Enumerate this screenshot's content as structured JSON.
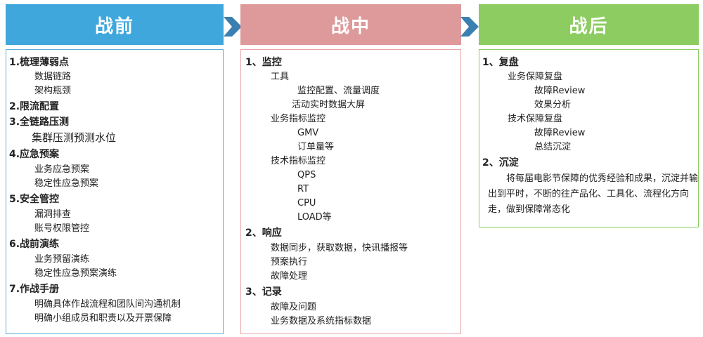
{
  "colors": {
    "before": "#3fa7dc",
    "during": "#de9a9a",
    "after": "#8ccc60",
    "arrow": "#3a7fb0"
  },
  "columns": [
    {
      "title": "战前",
      "items": [
        {
          "text": "1.梳理薄弱点",
          "level": 0
        },
        {
          "text": "数据链路",
          "level": 1
        },
        {
          "text": "架构瓶颈",
          "level": 1
        },
        {
          "text": "2.限流配置",
          "level": 0
        },
        {
          "text": "3.全链路压测",
          "level": 0
        },
        {
          "text": "集群压测预测水位",
          "level": 1
        },
        {
          "text": "4.应急预案",
          "level": 0
        },
        {
          "text": "业务应急预案",
          "level": 1
        },
        {
          "text": "稳定性应急预案",
          "level": 1
        },
        {
          "text": "5.安全管控",
          "level": 0
        },
        {
          "text": "漏洞排查",
          "level": 1
        },
        {
          "text": "账号权限管控",
          "level": 1
        },
        {
          "text": "6.战前演练",
          "level": 0
        },
        {
          "text": "业务预留演练",
          "level": 1
        },
        {
          "text": "稳定性应急预案演练",
          "level": 1
        },
        {
          "text": "7.作战手册",
          "level": 0
        },
        {
          "text": "明确具体作战流程和团队间沟通机制",
          "level": 1
        },
        {
          "text": "明确小组成员和职责以及开票保障",
          "level": 1
        }
      ]
    },
    {
      "title": "战中",
      "items": [
        {
          "text": "1、监控",
          "level": 0
        },
        {
          "text": "工具",
          "level": 1
        },
        {
          "text": "监控配置、流量调度",
          "level": 2
        },
        {
          "text": "活动实时数据大屏",
          "level": 2
        },
        {
          "text": "业务指标监控",
          "level": 1
        },
        {
          "text": "GMV",
          "level": 2
        },
        {
          "text": "订单量等",
          "level": 2
        },
        {
          "text": "技术指标监控",
          "level": 1
        },
        {
          "text": "QPS",
          "level": 2
        },
        {
          "text": "RT",
          "level": 2
        },
        {
          "text": "CPU",
          "level": 2
        },
        {
          "text": "LOAD等",
          "level": 2
        },
        {
          "text": "2、响应",
          "level": 0
        },
        {
          "text": "数据同步，获取数据，快讯播报等",
          "level": 1
        },
        {
          "text": "预案执行",
          "level": 1
        },
        {
          "text": "故障处理",
          "level": 1
        },
        {
          "text": "3、记录",
          "level": 0
        },
        {
          "text": "故障及问题",
          "level": 1
        },
        {
          "text": "业务数据及系统指标数据",
          "level": 1
        }
      ]
    },
    {
      "title": "战后",
      "items": [
        {
          "text": "1、复盘",
          "level": 0
        },
        {
          "text": "业务保障复盘",
          "level": 1
        },
        {
          "text": "故障Review",
          "level": 2
        },
        {
          "text": "效果分析",
          "level": 2
        },
        {
          "text": "技术保障复盘",
          "level": 1
        },
        {
          "text": "故障Review",
          "level": 2
        },
        {
          "text": "总结沉淀",
          "level": 2
        },
        {
          "text": "2、沉淀",
          "level": 0
        }
      ],
      "paragraph": "将每届电影节保障的优秀经验和成果，沉淀并输出到平时，不断的往产品化、工具化、流程化方向走，做到保障常态化"
    }
  ]
}
